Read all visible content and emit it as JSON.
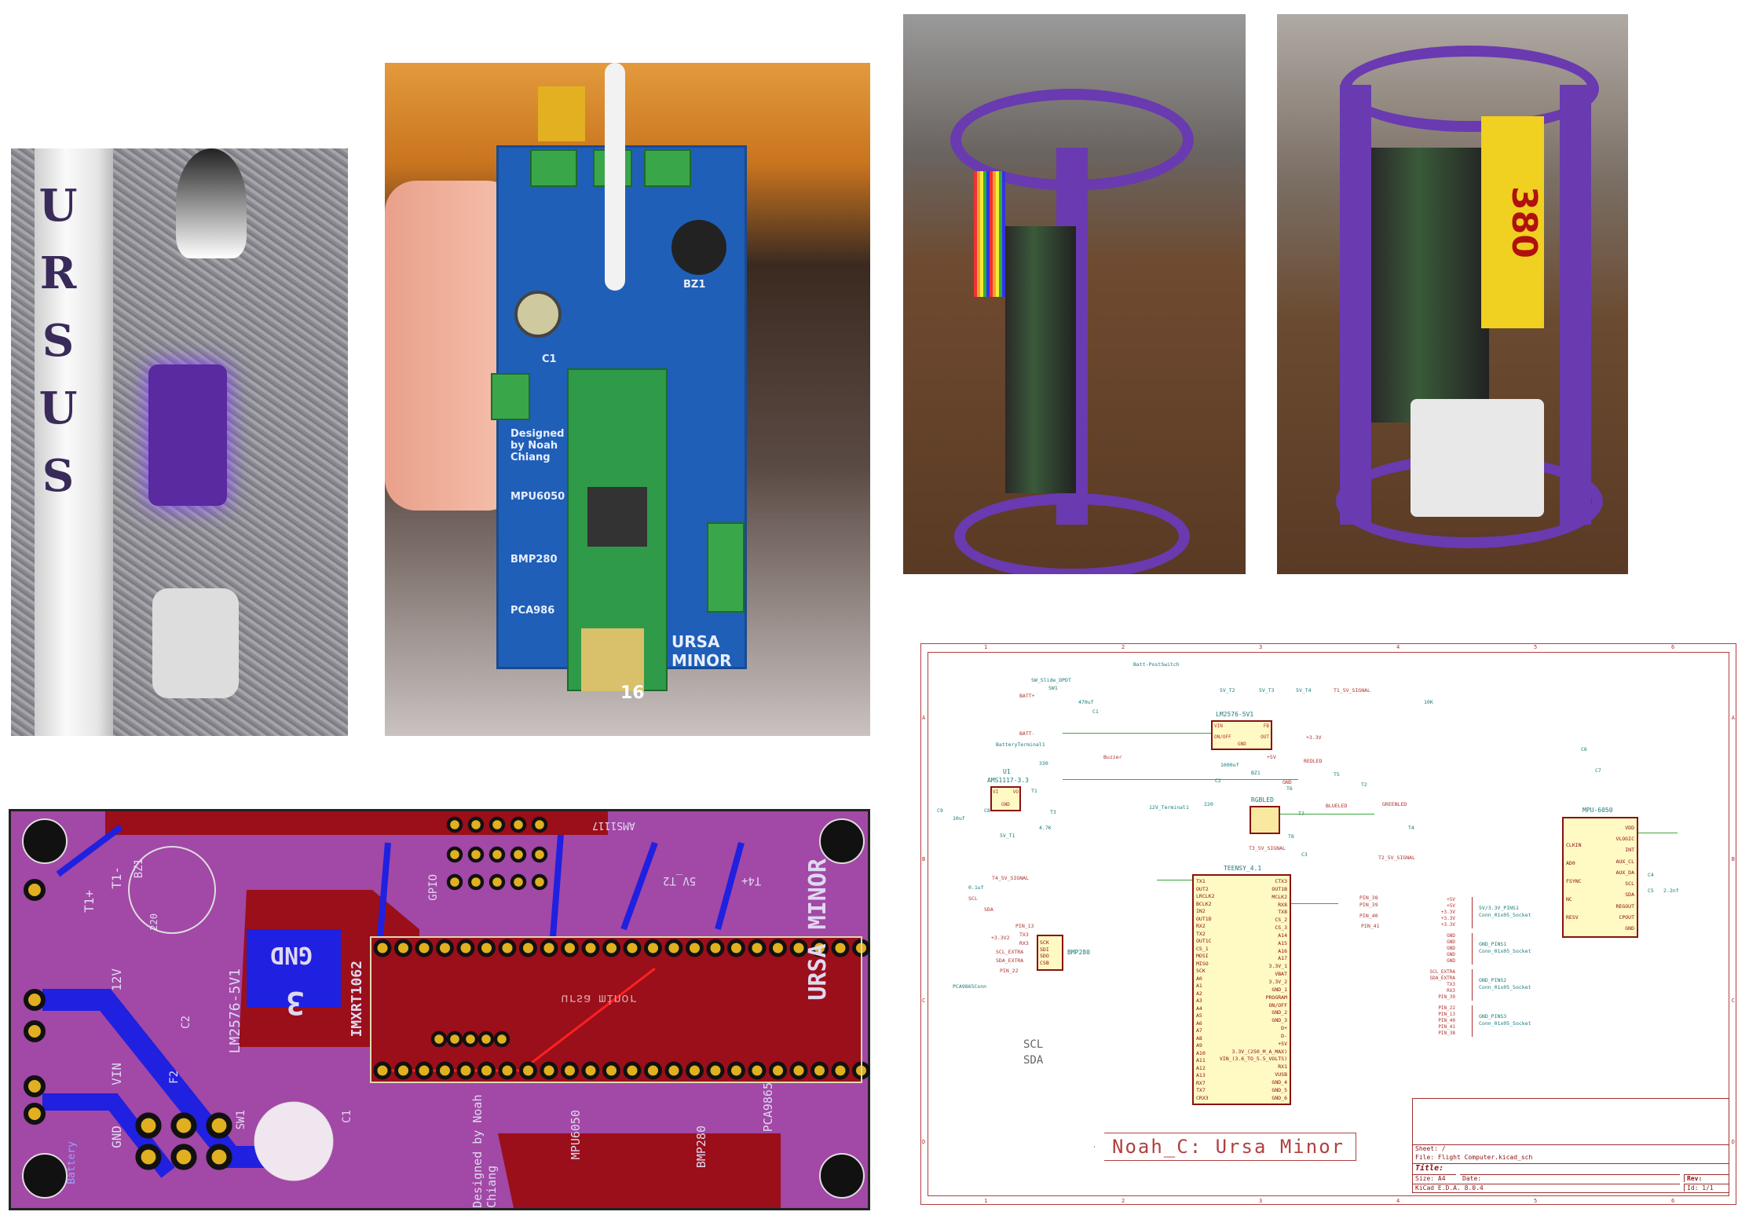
{
  "photo_rocket": {
    "tube_text": "URSUS"
  },
  "photo_board": {
    "designed_by": "Designed by Noah Chiang",
    "mpu": "MPU6050",
    "bmp": "BMP280",
    "pca": "PCA986",
    "name": "URSA MINOR",
    "bz": "BZ1",
    "c1": "C1",
    "sd_number": "16"
  },
  "photo_assembled": {
    "battery_label": "380"
  },
  "pcb": {
    "board_name": "URSA MINOR",
    "silk_mirrored": "ursa minor",
    "labels": {
      "regulator": "LM2576-5V1",
      "mcu": "IMXRT1062",
      "designed_by": "Designed by Noah Chiang",
      "mpu": "MPU6050",
      "bmp": "BMP280",
      "pca": "PCA9865",
      "gnd": "GND",
      "vin": "VIN",
      "v12": "12V",
      "t1p": "T1+",
      "t1m": "T1-",
      "bz": "BZ1",
      "sw": "SW1",
      "c1": "C1",
      "c2": "C2",
      "gpio": "GPIO",
      "t2": "5V_T2",
      "t4": "T4+",
      "ams": "AMS1117",
      "battery": "Battery",
      "f2": "F2",
      "r220": "220",
      "gnd_big": "GND",
      "three": "3"
    }
  },
  "schematic": {
    "grid_cols": [
      "1",
      "2",
      "3",
      "4",
      "5",
      "6"
    ],
    "grid_rows": [
      "A",
      "B",
      "C",
      "D"
    ],
    "regulator": {
      "ref": "LM2576-5V1",
      "pins": [
        "VIN",
        "ON/OFF",
        "FB",
        "OUT",
        "GND"
      ]
    },
    "ldo": {
      "ref": "U1",
      "value": "AMS1117-3.3",
      "pins": [
        "VI",
        "VO",
        "GND"
      ]
    },
    "mcu": {
      "ref": "TEENSY_4.1",
      "left_pins": [
        "TX1",
        "OUT2",
        "LRCLK2",
        "BCLK2",
        "IN2",
        "OUT1D",
        "RX2",
        "TX2",
        "OUT1C",
        "CS_1",
        "MOSI",
        "MISO",
        "SCK",
        "A0",
        "A1",
        "A2",
        "A3",
        "A4",
        "A5",
        "A6",
        "A7",
        "A8",
        "A9",
        "A10",
        "A11",
        "A12",
        "A13",
        "RX7",
        "TX7",
        "CRX3"
      ],
      "right_pins": [
        "CTX3",
        "OUT1B",
        "MCLK2",
        "RX8",
        "TX8",
        "CS_2",
        "CS_3",
        "A14",
        "A15",
        "A16",
        "A17",
        "3.3V_1",
        "VBAT",
        "3.3V_2",
        "GND_1",
        "PROGRAM",
        "ON/OFF",
        "GND_2",
        "GND_3",
        "D+",
        "D-",
        "+5V",
        "3.3V_(250_M_A_MAX)",
        "VIN_(3.6_TO_5.5_VOLTS)",
        "RX1",
        "VUSB",
        "GND_4",
        "GND_5",
        "GND_6"
      ]
    },
    "imu": {
      "ref": "MPU-6050",
      "left_pins": [
        "CLKIN",
        "AD0",
        "FSYNC",
        "NC",
        "RESV"
      ],
      "right_pins": [
        "VDD",
        "VLOGIC",
        "INT",
        "AUX_CL",
        "AUX_DA",
        "SCL",
        "SDA",
        "REGOUT",
        "CPOUT",
        "GND"
      ]
    },
    "baro": {
      "ref": "BMP280",
      "pins": [
        "SCK",
        "SDI",
        "SDO",
        "CSB"
      ]
    },
    "led": {
      "ref": "RGBLED"
    },
    "net_labels": [
      "Batt-PostSwitch",
      "SW_Slide_DPDT",
      "SW1",
      "BATT+",
      "BATT-",
      "BatteryTerminal1",
      "470uf",
      "C1",
      "C2",
      "1000uf",
      "+5V",
      "GND",
      "+3.3V",
      "BZ1",
      "330",
      "Buzzer",
      "T1",
      "T2",
      "T3",
      "T4",
      "T5",
      "T6",
      "T7",
      "T8",
      "10K",
      "GREENLED",
      "REDLED",
      "BLUELED",
      "220",
      "12V_Terminal1",
      "5V_T1",
      "5V_T2",
      "5V_T3",
      "5V_T4",
      "T1_5V_SIGNAL",
      "T2_5V_SIGNAL",
      "T3_5V_SIGNAL",
      "T4_5V_SIGNAL",
      "C3",
      "0.1uf",
      "SCL",
      "SDA",
      "+3.3V2",
      "4.7K",
      "PCA9865Conn",
      "C4",
      "C5",
      "2.2nf",
      "C6",
      "C7",
      "PIN_38",
      "PIN_39",
      "PIN_40",
      "PIN_41",
      "PIN_13",
      "PIN_22",
      "TX3",
      "RX3",
      "SCL_EXTRA",
      "SDA_EXTRA",
      "C9",
      "C8",
      "10uf"
    ],
    "connectors": [
      {
        "ref": "5V/3.3V_PINS1",
        "value": "Conn_01x05_Socket",
        "pins": [
          "+5V",
          "+5V",
          "+3.3V",
          "+3.3V",
          "+3.3V"
        ]
      },
      {
        "ref": "GND_PINS1",
        "value": "Conn_01x05_Socket",
        "pins": [
          "GND",
          "GND",
          "GND",
          "GND",
          "GND"
        ]
      },
      {
        "ref": "GND_PINS2",
        "value": "Conn_01x05_Socket",
        "pins": [
          "SCL_EXTRA",
          "SDA_EXTRA",
          "TX3",
          "RX3",
          "PIN_39"
        ]
      },
      {
        "ref": "GND_PINS3",
        "value": "Conn_01x05_Socket",
        "pins": [
          "PIN_22",
          "PIN_13",
          "PIN_40",
          "PIN_41",
          "PIN_38"
        ]
      }
    ],
    "big_labels": {
      "scl": "SCL",
      "sda": "SDA"
    },
    "sheet_label": "Noah_C:  Ursa Minor",
    "title_block": {
      "sheet": "Sheet: /",
      "file": "File: Flight Computer.kicad_sch",
      "title": "Title:",
      "size": "Size: A4",
      "date": "Date:",
      "rev": "Rev:",
      "tool": "KiCad E.D.A. 8.0.4",
      "id": "Id: 1/1"
    }
  }
}
